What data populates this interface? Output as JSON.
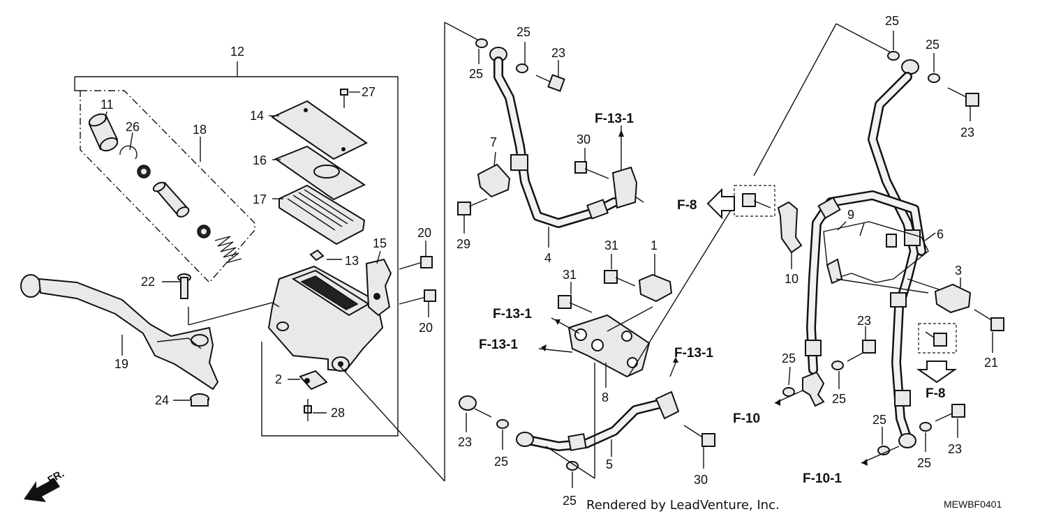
{
  "credit": "Rendered by LeadVenture, Inc.",
  "diagram_code": "MEWBF0401",
  "front_label": "FR.",
  "callouts": {
    "p1": "1",
    "p2": "2",
    "p3": "3",
    "p4": "4",
    "p5": "5",
    "p6": "6",
    "p7": "7",
    "p8": "8",
    "p9": "9",
    "p10": "10",
    "p11": "11",
    "p12": "12",
    "p13": "13",
    "p14": "14",
    "p15": "15",
    "p16": "16",
    "p17": "17",
    "p18": "18",
    "p19": "19",
    "p20": "20",
    "p21": "21",
    "p22": "22",
    "p23": "23",
    "p24": "24",
    "p25": "25",
    "p26": "26",
    "p27": "27",
    "p28": "28",
    "p29": "29",
    "p30": "30",
    "p31": "31"
  },
  "refs": {
    "f13_1": "F-13-1",
    "f8": "F-8",
    "f10": "F-10",
    "f10_1": "F-10-1"
  }
}
